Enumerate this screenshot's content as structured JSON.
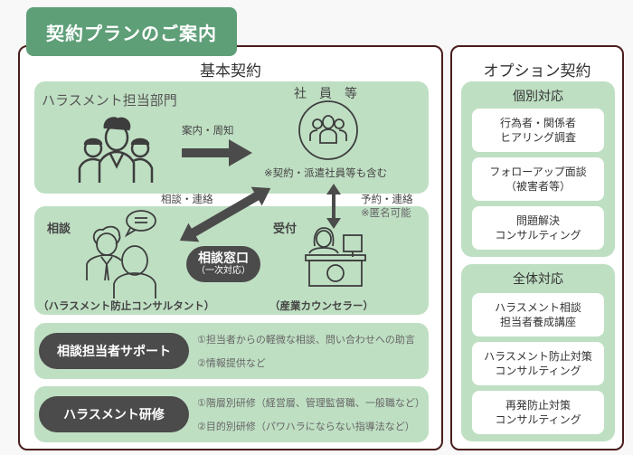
{
  "title": "契約プランのご案内",
  "basic": {
    "title": "基本契約",
    "department": {
      "label": "ハラスメント担当部門",
      "arrow_label": "案内・周知"
    },
    "employees": {
      "label": "社　員　等",
      "note": "※契約・派遣社員等も含む"
    },
    "consult_link": "相談・連絡",
    "reserve_link": "予約・連絡",
    "reserve_note": "※匿名可能",
    "consultation": {
      "label": "相談",
      "role": "（ハラスメント防止コンサルタント）"
    },
    "window": {
      "title": "相談窓口",
      "sub": "（一次対応）"
    },
    "reception": {
      "label": "受付",
      "role": "（産業カウンセラー）"
    },
    "support": {
      "label": "相談担当者サポート",
      "items": [
        "①担当者からの軽微な相談、問い合わせへの助言",
        "②情報提供など"
      ]
    },
    "training": {
      "label": "ハラスメント研修",
      "items": [
        "①階層別研修（経営層、管理監督職、一般職など）",
        "②目的別研修（パワハラにならない指導法など）"
      ]
    },
    "icons": [
      "people-group-icon",
      "employees-circle-icon",
      "consultation-icon",
      "reception-desk-icon"
    ]
  },
  "option": {
    "title": "オプション契約",
    "individual": {
      "title": "個別対応",
      "items": [
        [
          "行為者・関係者",
          "ヒアリング調査"
        ],
        [
          "フォローアップ面談",
          "（被害者等）"
        ],
        [
          "問題解決",
          "コンサルティング"
        ]
      ]
    },
    "overall": {
      "title": "全体対応",
      "items": [
        [
          "ハラスメント相談",
          "担当者養成講座"
        ],
        [
          "ハラスメント防止対策",
          "コンサルティング"
        ],
        [
          "再発防止対策",
          "コンサルティング"
        ]
      ]
    }
  },
  "colors": {
    "accent": "#5e9f78",
    "panel_green": "#bfdfc3",
    "pill_dark": "#4b4b4b",
    "border": "#4a1e1e"
  }
}
